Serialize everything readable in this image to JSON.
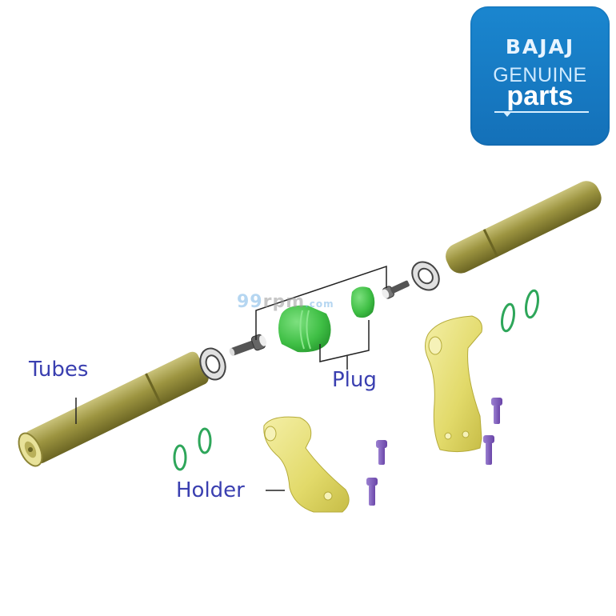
{
  "logo": {
    "brand": "BAJAJ",
    "line2": "GENUINE",
    "line3": "parts",
    "background_color": "#1a7fc8"
  },
  "watermark": {
    "part1": "99",
    "part2": "rpm",
    "part3": ".com"
  },
  "labels": {
    "tubes": "Tubes",
    "plug": "Plug",
    "holder": "Holder",
    "color": "#3a3fb0"
  },
  "part_colors": {
    "tube": "#9c9440",
    "holder": "#e8e27a",
    "plug": "#3fbf45",
    "o_ring": "#2ea65a",
    "bolt": "#7e5bb8",
    "washer": "#d8d8d8",
    "screw": "#555555"
  }
}
